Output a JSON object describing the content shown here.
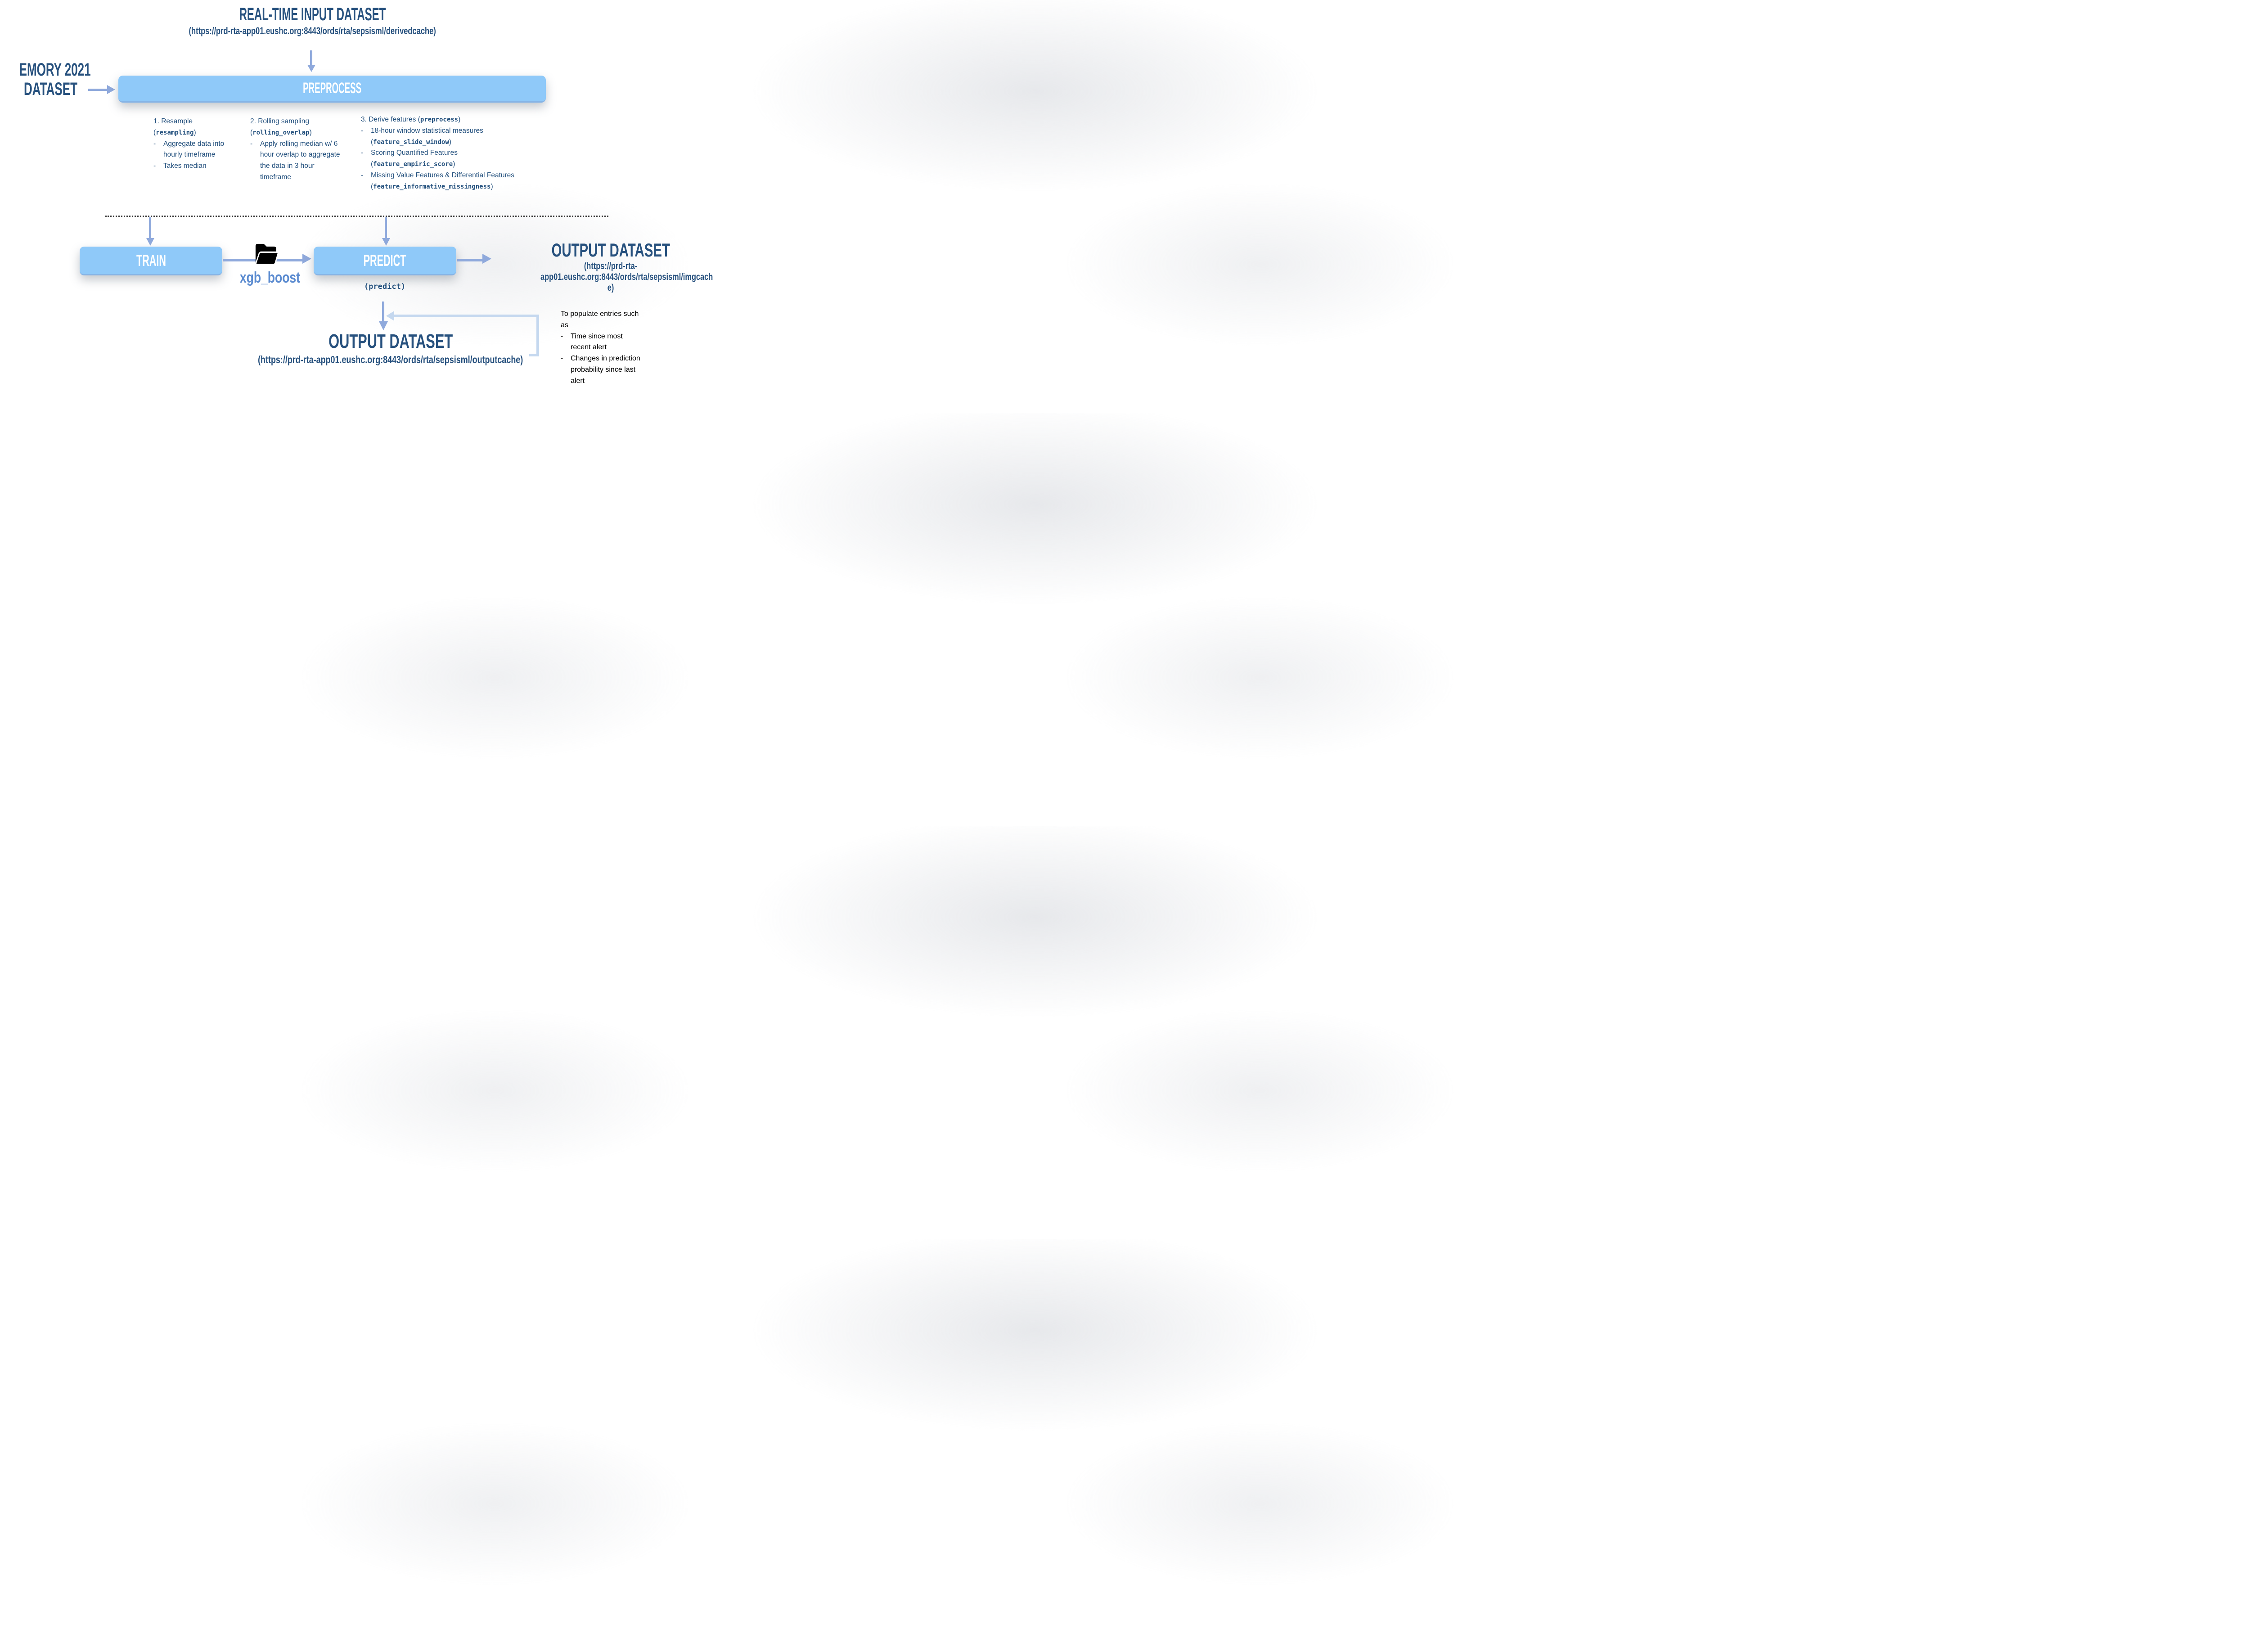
{
  "colors": {
    "navy_text": "#27517E",
    "box_blue": "#8FC9F9",
    "box_edge_blue": "#86B4E6",
    "arrow_blue": "#8FA9DC",
    "feedback_arrow_blue": "#C5D8EF",
    "model_label_blue": "#5B8BD0",
    "note_text_black": "#000000",
    "divider_gray": "#3F3F3F",
    "box_label_white": "#FFFFFF"
  },
  "icons": {
    "folder_open": "open-folder-icon"
  },
  "input_dataset": {
    "title": "REAL-TIME INPUT DATASET",
    "url": "(https://prd-rta-app01.eushc.org:8443/ords/rta/sepsisml/derivedcache)"
  },
  "emory_dataset": {
    "line1": "EMORY 2021",
    "line2": "DATASET"
  },
  "preprocess": {
    "label": "PREPROCESS"
  },
  "preprocess_notes": {
    "col1": {
      "heading": "1. Resample",
      "code_open": "(",
      "code": "resampling",
      "code_close": ")",
      "bullets": [
        "Aggregate data into hourly timeframe",
        "Takes median"
      ]
    },
    "col2": {
      "heading": "2. Rolling sampling",
      "code_open": "(",
      "code": "rolling_overlap",
      "code_close": ")",
      "bullets": [
        "Apply rolling median w/ 6 hour overlap to aggregate the data in 3 hour timeframe"
      ]
    },
    "col3": {
      "heading_pre": "3. Derive features (",
      "heading_code": "preprocess",
      "heading_post": ")",
      "bullets": [
        {
          "pre": "18-hour window statistical measures (",
          "code": "feature_slide_window",
          "post": ")"
        },
        {
          "pre": "Scoring Quantified Features (",
          "code": "feature_empiric_score",
          "post": ")"
        },
        {
          "pre": "Missing Value Features & Differential Features (",
          "code": "feature_informative_missingness",
          "post": ")"
        }
      ]
    }
  },
  "train": {
    "label": "TRAIN"
  },
  "model": {
    "label": "xgb_boost"
  },
  "predict": {
    "label": "PREDICT",
    "code": "(predict)"
  },
  "output_dataset_right": {
    "title": "OUTPUT DATASET",
    "url_lines": [
      "(https://prd-rta-",
      "app01.eushc.org:8443/ords/rta/sepsisml/imgcach",
      "e)"
    ]
  },
  "output_dataset_bottom": {
    "title": "OUTPUT DATASET",
    "url": "(https://prd-rta-app01.eushc.org:8443/ords/rta/sepsisml/outputcache)"
  },
  "note": {
    "intro": "To populate entries such as",
    "bullets": [
      "Time since most recent alert",
      "Changes in prediction probability since last alert"
    ]
  }
}
